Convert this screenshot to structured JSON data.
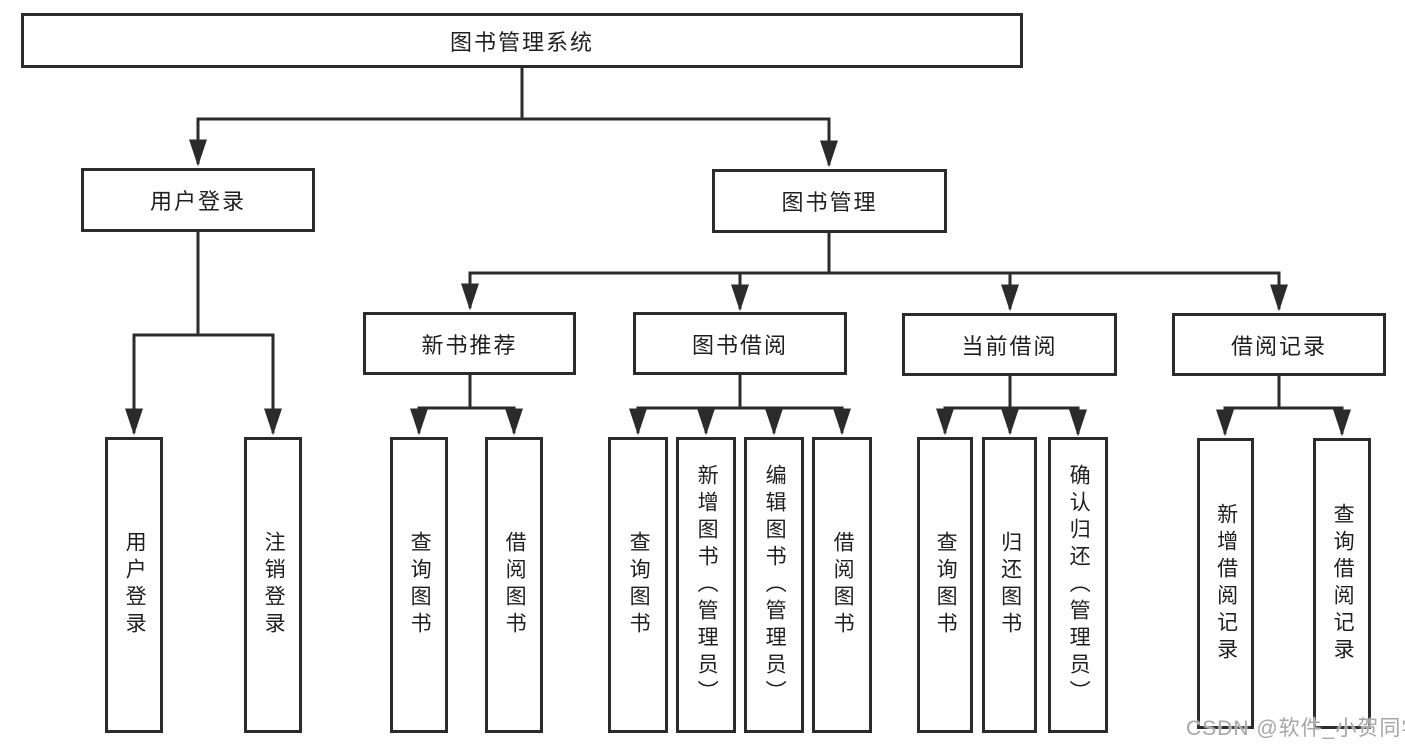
{
  "diagram_title": "图书管理系统",
  "nodes": {
    "root": "图书管理系统",
    "user_login": "用户登录",
    "book_mgmt": "图书管理",
    "new_book_rec": "新书推荐",
    "book_borrow": "图书借阅",
    "current_borrow": "当前借阅",
    "borrow_records": "借阅记录",
    "leaf_user_login": "用户登录",
    "leaf_logout": "注销登录",
    "nb_query": "查询图书",
    "nb_borrow": "借阅图书",
    "bb_query": "查询图书",
    "bb_add": "新增图书（管理员）",
    "bb_edit": "编辑图书（管理员）",
    "bb_borrow": "借阅图书",
    "cb_query": "查询图书",
    "cb_return": "归还图书",
    "cb_confirm": "确认归还（管理员）",
    "br_add": "新增借阅记录",
    "br_query": "查询借阅记录"
  },
  "watermark": "CSDN @软件_小贺同学",
  "colors": {
    "line": "#2b2b2b",
    "text": "#1f1f1f",
    "watermark": "#a6a6a6",
    "background": "#ffffff"
  }
}
